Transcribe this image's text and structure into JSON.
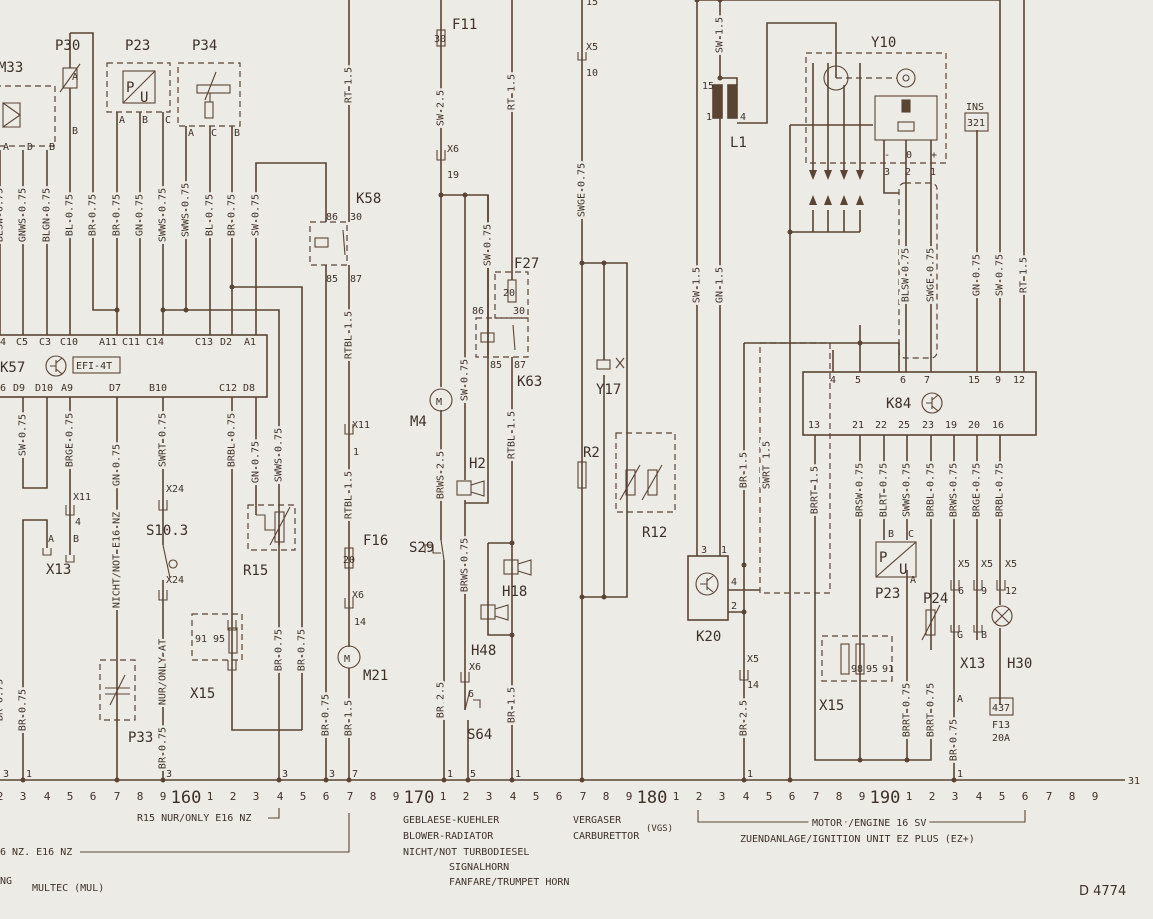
{
  "components": {
    "M33": "M33",
    "P30": "P30",
    "P23": "P23",
    "P34": "P34",
    "K58": "K58",
    "F11": "F11",
    "F27": "F27",
    "K63": "K63",
    "Y17": "Y17",
    "Y10": "Y10",
    "L1": "L1",
    "INS": "INS",
    "INS_num": "321",
    "K57": "K57",
    "EFI": "EFI-4T",
    "X13": "X13",
    "S10_3": "S10.3",
    "R15": "R15",
    "X15": "X15",
    "P33": "P33",
    "F16": "F16",
    "M21": "M21",
    "M4": "M4",
    "H2": "H2",
    "S29": "S29",
    "H18": "H18",
    "H48": "H48",
    "S64": "S64",
    "R2": "R2",
    "R12": "R12",
    "K20": "K20",
    "K84": "K84",
    "P23b": "P23",
    "P24": "P24",
    "X13b": "X13",
    "H30": "H30",
    "F13_num": "437",
    "F13": "F13",
    "F13_rating": "20A",
    "X15b": "X15",
    "motor_glyph": "M",
    "sensor_p": "P",
    "sensor_u": "U"
  },
  "wires": [
    "BLSW 0.75",
    "GNWS 0.75",
    "BLGN 0.75",
    "BL 0.75",
    "BR 0.75",
    "BR 0.75",
    "GN 0.75",
    "SWWS 0.75",
    "SWWS 0.75",
    "BL 0.75",
    "BR 0.75",
    "SW 0.75",
    "RT 1.5",
    "RTBL 1.5",
    "SW 0.75",
    "BRGE 0.75",
    "GN 0.75",
    "SWRT 0.75",
    "BRBL 0.75",
    "GN 0.75",
    "SWWS 0.75",
    "NICHT/NOT E16 NZ",
    "NUR/ONLY AT",
    "BR 0.75",
    "BR 0.75",
    "BR 0.75",
    "BR 0.75",
    "BR 0.75",
    "BR 0.75",
    "BR 1.5",
    "RTBL 1.5",
    "SW 2.5",
    "RT 1.5",
    "SWGE 0.75",
    "SW 0.75",
    "SW 0.75",
    "BRWS 2.5",
    "BRWS 0.75",
    "RTBL 1.5",
    "BR 2.5",
    "BR 1.5",
    "SW 1.5",
    "SW 1.5",
    "GN 1.5",
    "BLSW 0.75",
    "SWGE 0.75",
    "GN 0.75",
    "SW 0.75",
    "RT 1.5",
    "BR 1.5",
    "SWRT 1.5",
    "BR 2.5",
    "BRRT 1.5",
    "BRSW 0.75",
    "BLRT 0.75",
    "SWWS 0.75",
    "BRBL 0.75",
    "BRWS 0.75",
    "BRGE 0.75",
    "BRBL 0.75",
    "BRRT 0.75",
    "BRRT 0.75",
    "BR 0.75"
  ],
  "pins": [
    "4",
    "C5",
    "C3",
    "C10",
    "A11",
    "C11",
    "C14",
    "C13",
    "D2",
    "A1",
    "6",
    "D9",
    "D10",
    "A9",
    "D7",
    "B10",
    "C12",
    "D8",
    "A",
    "D",
    "B",
    "A",
    "B",
    "A",
    "B",
    "C",
    "A",
    "C",
    "B",
    "86",
    "30",
    "85",
    "87",
    "86",
    "30",
    "85",
    "87",
    "30",
    "X6",
    "19",
    "X5",
    "10",
    "15",
    "X11",
    "1",
    "20",
    "X6",
    "14",
    "X11",
    "4",
    "A",
    "B",
    "X24",
    "X24",
    "91",
    "95",
    "X6",
    "6",
    "20",
    "15",
    "1",
    "4",
    "-",
    "0",
    "+",
    "3",
    "2",
    "1",
    "4",
    "5",
    "6",
    "7",
    "15",
    "9",
    "12",
    "13",
    "21",
    "22",
    "25",
    "23",
    "19",
    "20",
    "16",
    "3",
    "1",
    "4",
    "2",
    "X5",
    "14",
    "B",
    "C",
    "A",
    "X5",
    "X5",
    "X5",
    "6",
    "9",
    "12",
    "G",
    "B",
    "A",
    "98",
    "95",
    "91",
    "3",
    "1",
    "3",
    "3",
    "3",
    "7",
    "1",
    "5",
    "1",
    "1",
    "1",
    "31"
  ],
  "tracks": [
    "2",
    "3",
    "4",
    "5",
    "6",
    "7",
    "8",
    "9",
    "160",
    "1",
    "2",
    "3",
    "4",
    "5",
    "6",
    "7",
    "8",
    "9",
    "170",
    "1",
    "2",
    "3",
    "4",
    "5",
    "6",
    "7",
    "8",
    "9",
    "180",
    "1",
    "2",
    "3",
    "4",
    "5",
    "6",
    "7",
    "8",
    "9",
    "190",
    "1",
    "2",
    "3",
    "4",
    "5",
    "6",
    "7",
    "8",
    "9"
  ],
  "captions": {
    "r15_note": "R15 NUR/ONLY E16 NZ",
    "e16_note": "6 NZ. E16 NZ",
    "ng": "NG",
    "multec": "MULTEC (MUL)",
    "blower_de": "GEBLAESE-KUEHLER",
    "blower_en": "BLOWER-RADIATOR",
    "not_turbo": "NICHT/NOT TURBODIESEL",
    "signalhorn": "SIGNALHORN",
    "fanfare": "FANFARE/TRUMPET HORN",
    "vergaser": "VERGASER",
    "carburettor": "CARBURETTOR",
    "vgs": "(VGS)",
    "motor": "MOTOR /ENGINE 16 SV",
    "ignition": "ZUENDANLAGE/IGNITION UNIT EZ PLUS (EZ+)",
    "drawing_code": "D 4774"
  }
}
